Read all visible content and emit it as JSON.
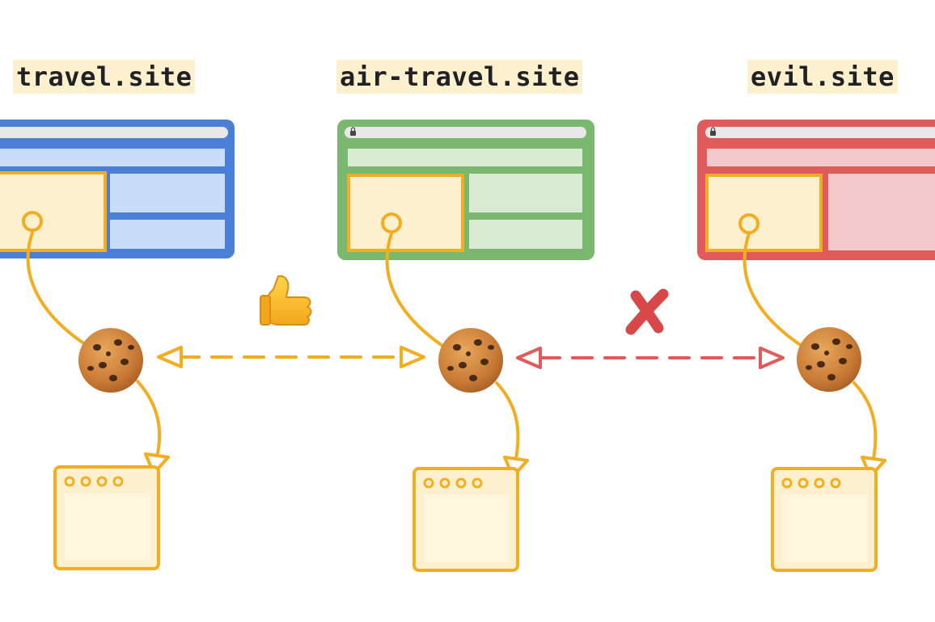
{
  "sites": [
    {
      "label": "travel.site",
      "theme": "blue"
    },
    {
      "label": "air-travel.site",
      "theme": "green"
    },
    {
      "label": "evil.site",
      "theme": "red"
    }
  ],
  "relations": [
    {
      "from": "travel.site",
      "to": "air-travel.site",
      "allowed": true,
      "icon": "thumbs-up-icon"
    },
    {
      "from": "air-travel.site",
      "to": "evil.site",
      "allowed": false,
      "icon": "cross-mark-icon"
    }
  ],
  "colors": {
    "blue_frame": "#4a7fd6",
    "blue_fill": "#c9dcf8",
    "green_frame": "#79b86e",
    "green_fill": "#d9ecd3",
    "red_frame": "#e05b5b",
    "red_fill": "#f3c9cb",
    "embed_fill": "#fdf0cf",
    "embed_stroke": "#f2ad20",
    "allowed_arrow": "#f2ad20",
    "blocked_arrow": "#e05b5b",
    "label_bg": "#fdf0cf"
  }
}
